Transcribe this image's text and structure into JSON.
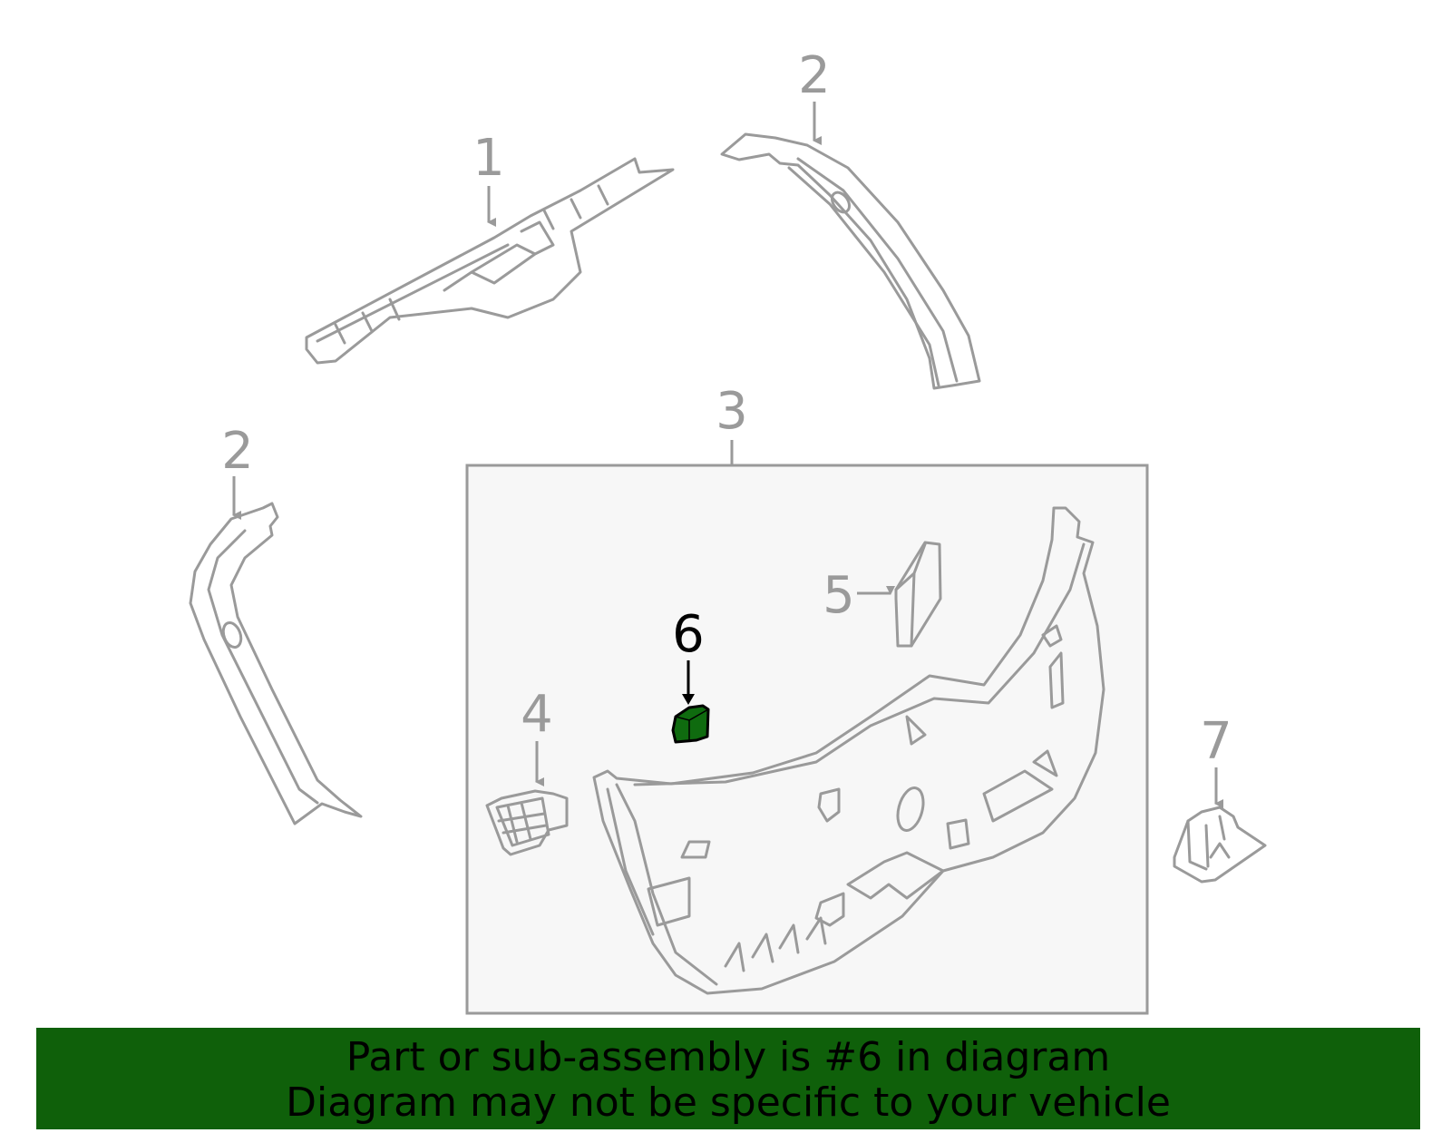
{
  "callouts": {
    "c1": "1",
    "c2_top": "2",
    "c2_left": "2",
    "c3": "3",
    "c4": "4",
    "c5": "5",
    "c6": "6",
    "c7": "7"
  },
  "highlighted_part": "6",
  "colors": {
    "banner_bg": "#0f600a",
    "highlight_fill": "#0f6b0f",
    "part_stroke": "#9a9a9a",
    "box_fill": "#f7f7f7"
  },
  "banner": {
    "line1": "Part or sub-assembly is #6 in diagram",
    "line2": "Diagram may not be specific to your vehicle"
  }
}
